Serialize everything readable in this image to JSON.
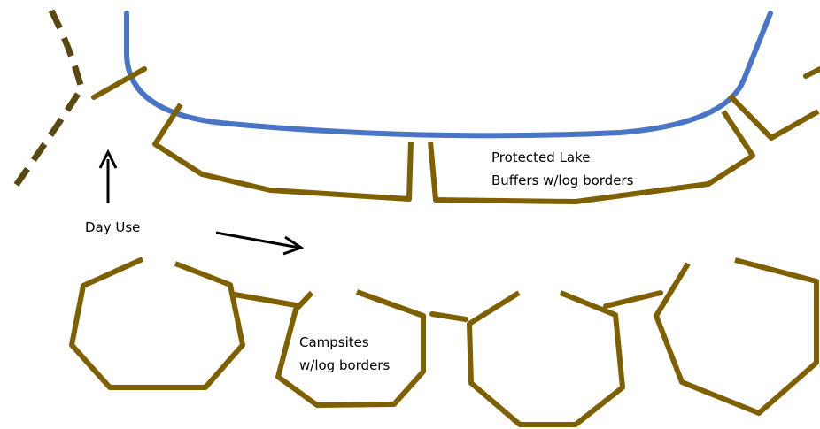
{
  "labels": {
    "lake_buffers": [
      "Protected Lake",
      "Buffers w/log borders"
    ],
    "day_use": "Day Use",
    "campsites": [
      "Campsites",
      "w/log borders"
    ]
  },
  "colors": {
    "lake": "#4a74c6",
    "log_border": "#7f6000",
    "trail": "#5a4712",
    "arrow": "#000000",
    "text": "#000000"
  }
}
